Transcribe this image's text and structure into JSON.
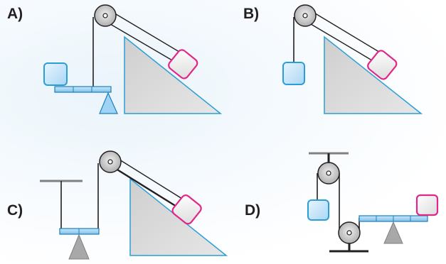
{
  "figure": {
    "labels": {
      "a": "A)",
      "b": "B)",
      "c": "C)",
      "d": "D)"
    },
    "colors": {
      "incline_fill": "#dcdcdc",
      "incline_edge": "#2a9fd6",
      "block_blue_fill": "#cfe8fb",
      "block_blue_edge": "#2a9fd6",
      "block_pink_fill": "#ececec",
      "block_pink_edge": "#e0288a",
      "beam_fill": "#9fd3f5",
      "beam_edge": "#1f7fb8",
      "rope": "#231f20",
      "pulley": "#d2d2d2",
      "support": "#808080"
    }
  }
}
